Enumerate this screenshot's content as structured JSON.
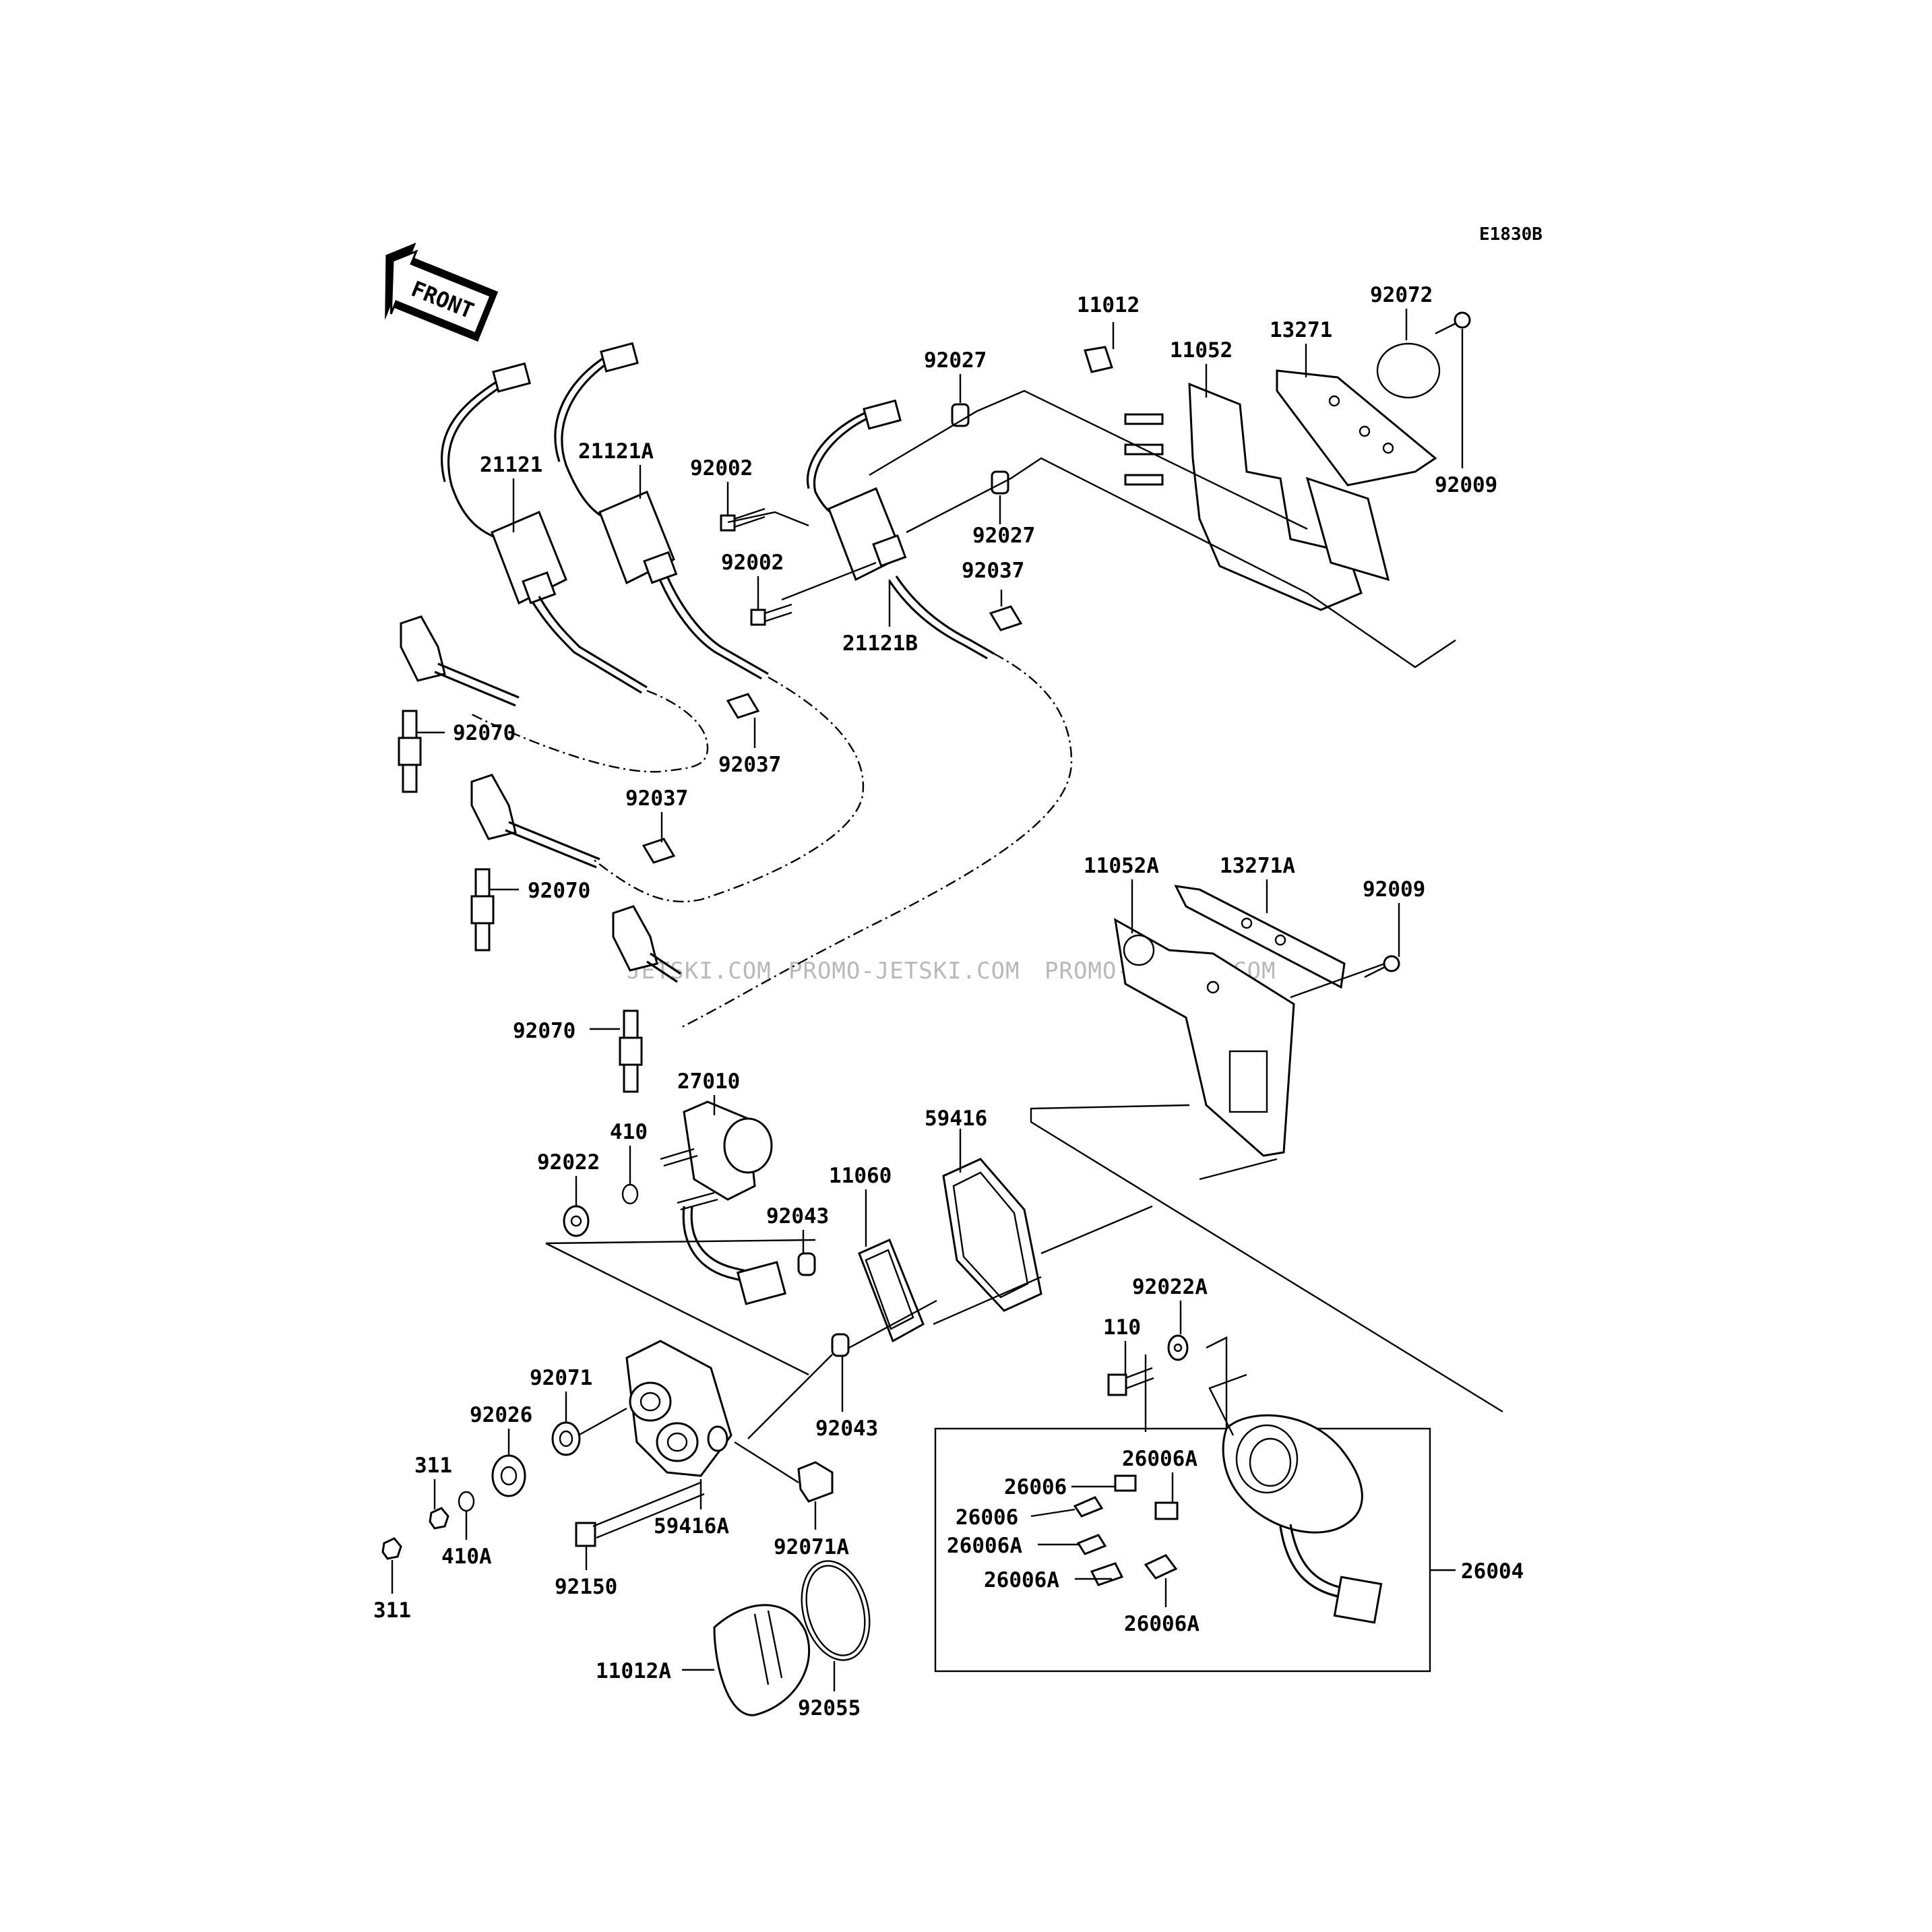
{
  "diagram_code": "E1830B",
  "front_label": "FRONT",
  "watermark": [
    "JETSKI.COM",
    "PROMO-JETSKI.COM",
    "PROMO-JETSKI.COM"
  ],
  "parts": [
    {
      "id": "11012",
      "label": "11012"
    },
    {
      "id": "92072",
      "label": "92072"
    },
    {
      "id": "11052",
      "label": "11052"
    },
    {
      "id": "13271",
      "label": "13271"
    },
    {
      "id": "92027-a",
      "label": "92027"
    },
    {
      "id": "92009-a",
      "label": "92009"
    },
    {
      "id": "21121",
      "label": "21121"
    },
    {
      "id": "21121A",
      "label": "21121A"
    },
    {
      "id": "92002-a",
      "label": "92002"
    },
    {
      "id": "92027-b",
      "label": "92027"
    },
    {
      "id": "92002-b",
      "label": "92002"
    },
    {
      "id": "92037-a",
      "label": "92037"
    },
    {
      "id": "21121B",
      "label": "21121B"
    },
    {
      "id": "92070-a",
      "label": "92070"
    },
    {
      "id": "92037-b",
      "label": "92037"
    },
    {
      "id": "92037-c",
      "label": "92037"
    },
    {
      "id": "11052A",
      "label": "11052A"
    },
    {
      "id": "13271A",
      "label": "13271A"
    },
    {
      "id": "92009-b",
      "label": "92009"
    },
    {
      "id": "92070-b",
      "label": "92070"
    },
    {
      "id": "92070-c",
      "label": "92070"
    },
    {
      "id": "27010",
      "label": "27010"
    },
    {
      "id": "59416",
      "label": "59416"
    },
    {
      "id": "410",
      "label": "410"
    },
    {
      "id": "92022",
      "label": "92022"
    },
    {
      "id": "11060",
      "label": "11060"
    },
    {
      "id": "92043-a",
      "label": "92043"
    },
    {
      "id": "92022A",
      "label": "92022A"
    },
    {
      "id": "110",
      "label": "110"
    },
    {
      "id": "92071",
      "label": "92071"
    },
    {
      "id": "92026",
      "label": "92026"
    },
    {
      "id": "92043-b",
      "label": "92043"
    },
    {
      "id": "26006A-a",
      "label": "26006A"
    },
    {
      "id": "311-a",
      "label": "311"
    },
    {
      "id": "26006-a",
      "label": "26006"
    },
    {
      "id": "26006-b",
      "label": "26006"
    },
    {
      "id": "59416A",
      "label": "59416A"
    },
    {
      "id": "92071A",
      "label": "92071A"
    },
    {
      "id": "26006A-b",
      "label": "26006A"
    },
    {
      "id": "26004",
      "label": "26004"
    },
    {
      "id": "410A",
      "label": "410A"
    },
    {
      "id": "26006A-c",
      "label": "26006A"
    },
    {
      "id": "92150",
      "label": "92150"
    },
    {
      "id": "311-b",
      "label": "311"
    },
    {
      "id": "26006A-d",
      "label": "26006A"
    },
    {
      "id": "11012A",
      "label": "11012A"
    },
    {
      "id": "92055",
      "label": "92055"
    }
  ]
}
